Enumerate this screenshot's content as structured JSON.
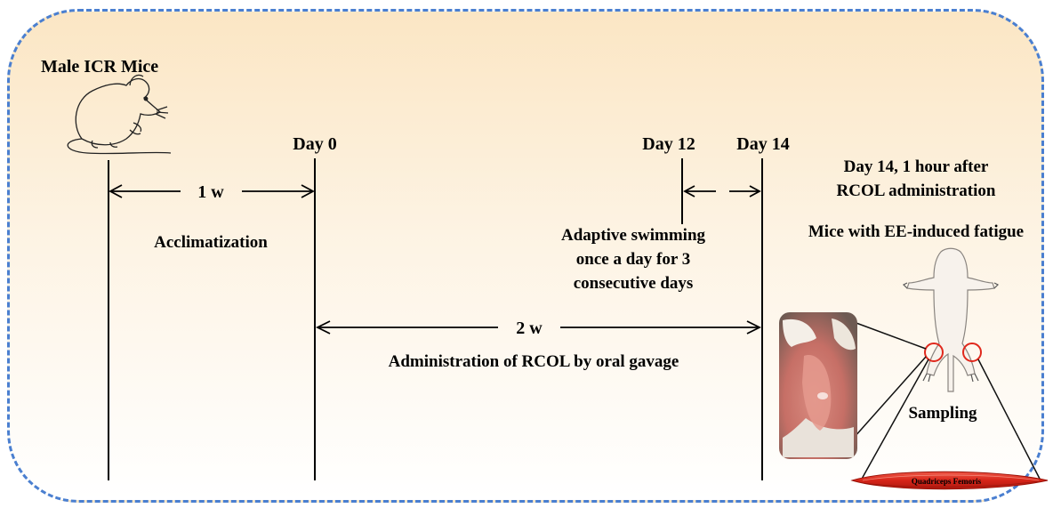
{
  "subject": "Male ICR Mice",
  "timepoints": {
    "day0": "Day 0",
    "day12": "Day 12",
    "day14": "Day 14"
  },
  "phases": {
    "week1": "1 w",
    "acclimatization": "Acclimatization",
    "week2": "2 w",
    "administration": "Administration of RCOL by oral gavage"
  },
  "swimming": {
    "line1": "Adaptive swimming",
    "line2": "once a day for 3",
    "line3": "consecutive days"
  },
  "sampling_note": {
    "line1": "Day 14, 1 hour after",
    "line2": "RCOL administration",
    "fatigue": "Mice with EE-induced fatigue",
    "sampling": "Sampling",
    "muscle_label": "Quadriceps Femoris"
  },
  "colors": {
    "frame_border": "#4a7fd0",
    "muscle": "#e0281c",
    "highlight_circle": "#e0281c"
  }
}
